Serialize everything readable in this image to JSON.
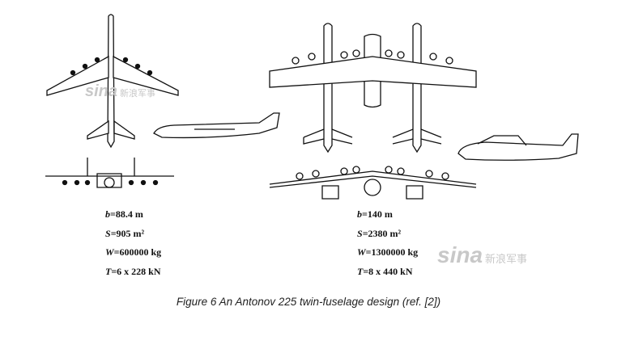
{
  "figure": {
    "caption": "Figure 6 An Antonov 225 twin-fuselage design (ref. [2])",
    "left_specs": [
      {
        "sym": "b",
        "val": "=88.4 m"
      },
      {
        "sym": "S",
        "val": "=905 m²"
      },
      {
        "sym": "W",
        "val": "=600000 kg"
      },
      {
        "sym": "T",
        "val": "=6 x 228 kN"
      }
    ],
    "right_specs": [
      {
        "sym": "b",
        "val": "=140 m"
      },
      {
        "sym": "S",
        "val": "=2380 m²"
      },
      {
        "sym": "W",
        "val": "=1300000 kg"
      },
      {
        "sym": "T",
        "val": "=8 x 440 kN"
      }
    ]
  },
  "watermark": {
    "logo": "sina",
    "text": "新浪军事"
  }
}
